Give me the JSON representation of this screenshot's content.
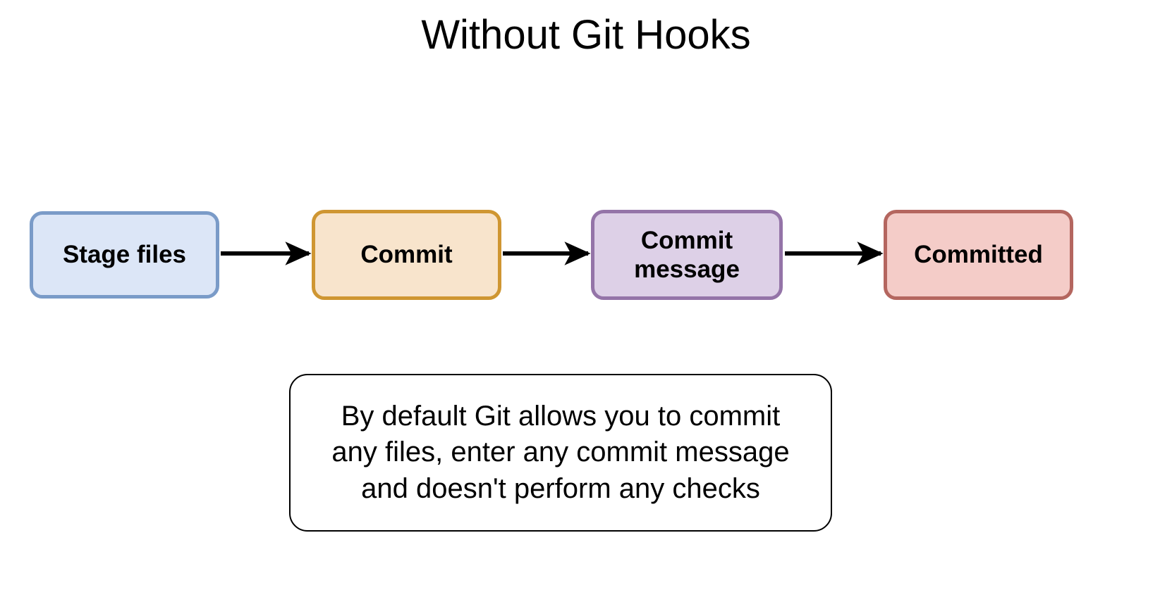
{
  "diagram": {
    "title": "Without Git Hooks",
    "type": "flowchart",
    "background_color": "#ffffff",
    "nodes": [
      {
        "id": "stage-files",
        "label": "Stage files",
        "fill_color": "#dce6f7",
        "border_color": "#7a9bc8"
      },
      {
        "id": "commit",
        "label": "Commit",
        "fill_color": "#f8e4cc",
        "border_color": "#cf9632"
      },
      {
        "id": "commit-message",
        "label": "Commit\nmessage",
        "fill_color": "#ddd0e7",
        "border_color": "#9474a8"
      },
      {
        "id": "committed",
        "label": "Committed",
        "fill_color": "#f4ccc8",
        "border_color": "#b4665f"
      }
    ],
    "edges": [
      {
        "id": "arrow-stage-to-commit",
        "from": "stage-files",
        "to": "commit",
        "style": "solid-arrow",
        "color": "#000000"
      },
      {
        "id": "arrow-commit-to-message",
        "from": "commit",
        "to": "commit-message",
        "style": "solid-arrow",
        "color": "#000000"
      },
      {
        "id": "arrow-message-to-committed",
        "from": "commit-message",
        "to": "committed",
        "style": "solid-arrow",
        "color": "#000000"
      }
    ],
    "note": {
      "text": "By default Git allows you to commit\nany files, enter any commit message\nand doesn't perform any checks",
      "fill_color": "#ffffff",
      "border_color": "#000000"
    }
  }
}
